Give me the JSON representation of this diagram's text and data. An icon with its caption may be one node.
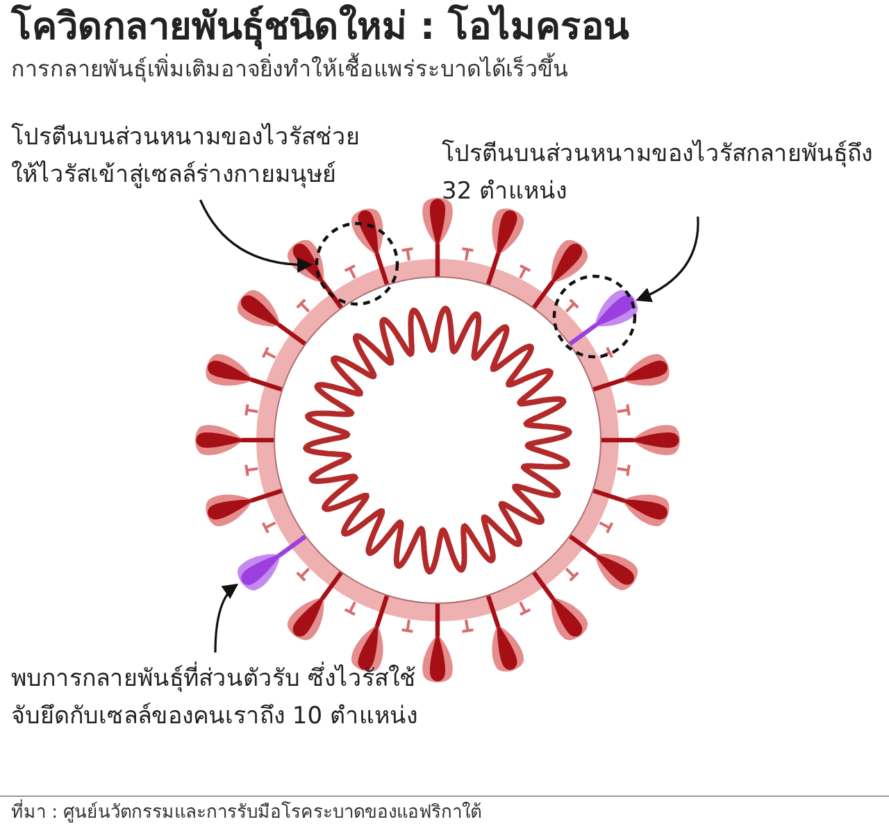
{
  "diagram": {
    "title": "โควิดกลายพันธุ์ชนิดใหม่ : โอไมครอน",
    "nodes": [
      {
        "text": [
          "โปรตีนบนส่วนหนามของไวรัสช่วยให้ไวรัสเข้าสู่เซลล์ร่างกายมนุษย์"
        ]
      },
      {
        "text": [],
        "shape": "circle"
      },
      {
        "text": [
          "โปรตีนบนส่วนหนามของไวรัสกลายพันธุ์ถึง 32 ตำแหน่ง"
        ]
      },
      {
        "text": [],
        "shape": "circle"
      },
      {
        "text": [
          "พบการกลายพันธุ์ที่ส่วนตัวรับ ซึ่งไวรัสใช้จับยึดกับเซลล์ของคนเราถึง 10 ตำแหน่ง"
        ]
      },
      {
        "text": [],
        "shape": "picture"
      }
    ],
    "edges": [
      {
        "from": 0,
        "to": 1,
        "arrow": "to"
      },
      {
        "from": 2,
        "to": 3,
        "arrow": "to"
      },
      {
        "from": 4,
        "to": 5,
        "arrow": "to"
      }
    ],
    "labels": [
      "การกลายพันธุ์เพิ่มเติมอาจยิ่งทำให้เชื้อแพร่ระบาดได้เร็วขึ้น",
      "ที่มา : ศูนย์นวัตกรรมและการรับมือโรคระบาดของแอฟริกาใต้"
    ]
  }
}
